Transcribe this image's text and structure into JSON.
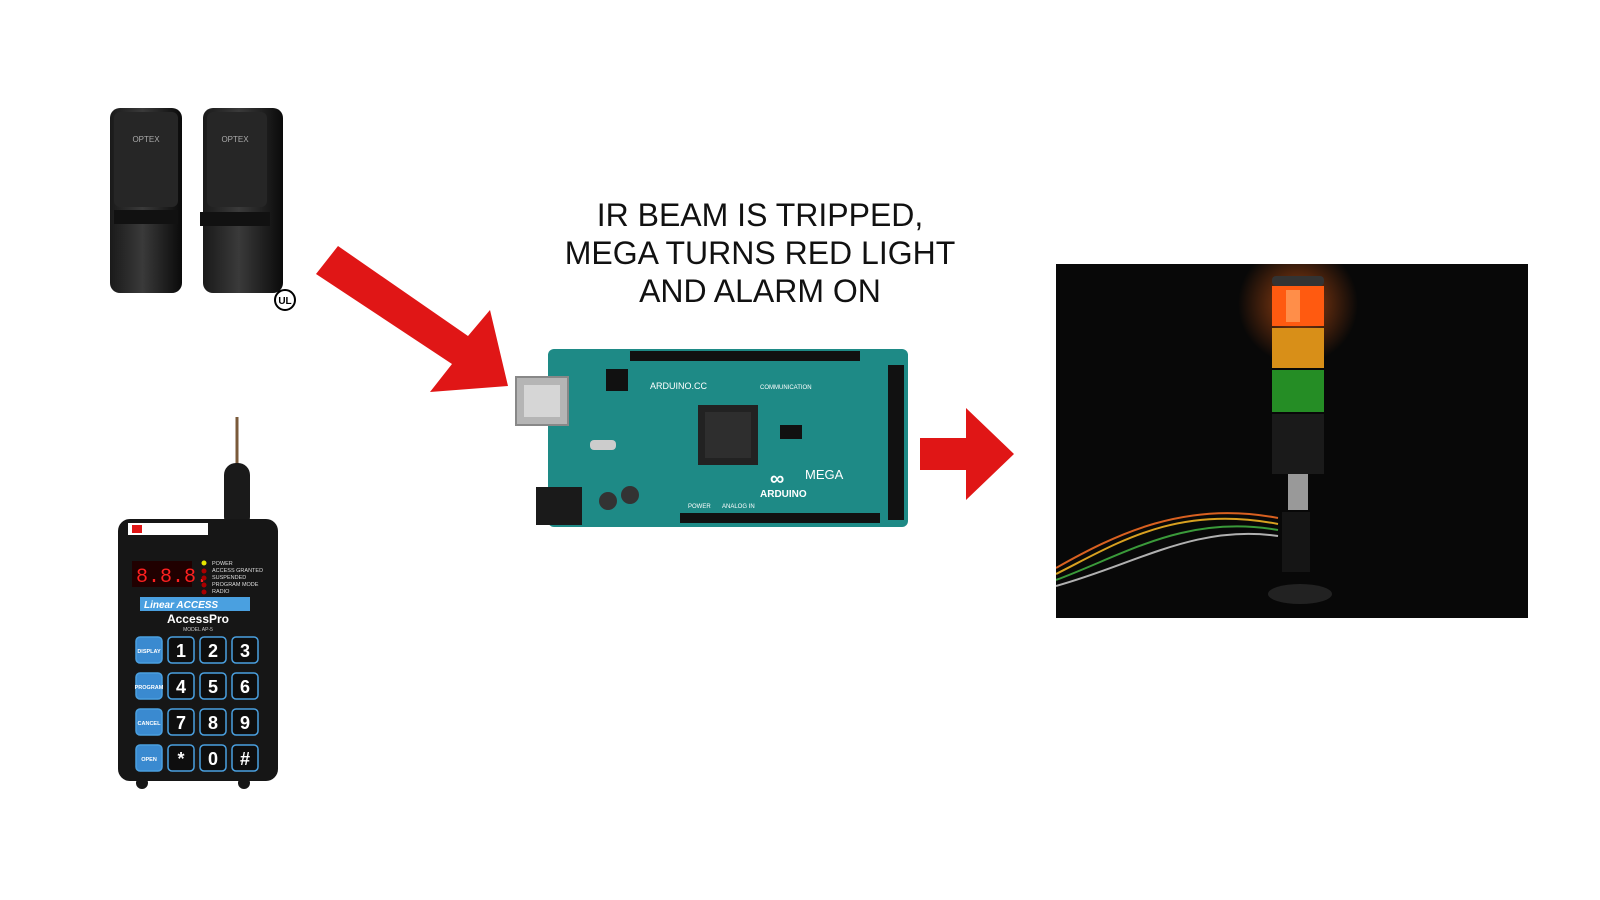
{
  "caption": {
    "line1": "IR BEAM IS TRIPPED,",
    "line2": "MEGA TURNS RED LIGHT",
    "line3": "AND ALARM ON"
  },
  "ir_sensor": {
    "brand_label": "OPTEX",
    "cert_mark": "UL"
  },
  "arduino": {
    "site_label": "ARDUINO.CC",
    "model_label": "MEGA",
    "name_label": "ARDUINO",
    "power_label": "POWER",
    "analog_label": "ANALOG IN",
    "comm_label": "COMMUNICATION"
  },
  "keypad": {
    "display_digits": "8.8.8.",
    "status_lines": [
      "POWER",
      "ACCESS GRANTED",
      "SUSPENDED",
      "PROGRAM MODE",
      "RADIO"
    ],
    "brand_line": "Linear ACCESS",
    "product_name": "AccessPro",
    "model": "MODEL AP-5",
    "keys": [
      [
        "DISPLAY",
        "1",
        "2",
        "3"
      ],
      [
        "PROGRAM",
        "4",
        "5",
        "6"
      ],
      [
        "CANCEL",
        "7",
        "8",
        "9"
      ],
      [
        "OPEN",
        "*",
        "0",
        "#"
      ]
    ]
  },
  "colors": {
    "arrow": "#e01616",
    "board": "#1e8a86",
    "tower_red": "#ff5a10",
    "tower_amber": "#f2a01a",
    "tower_green": "#2aa52a"
  },
  "icons": [
    "ir-beam-sensor-icon",
    "keypad-device-icon",
    "arduino-mega-board-icon",
    "signal-tower-light-icon",
    "arrow-icon"
  ]
}
